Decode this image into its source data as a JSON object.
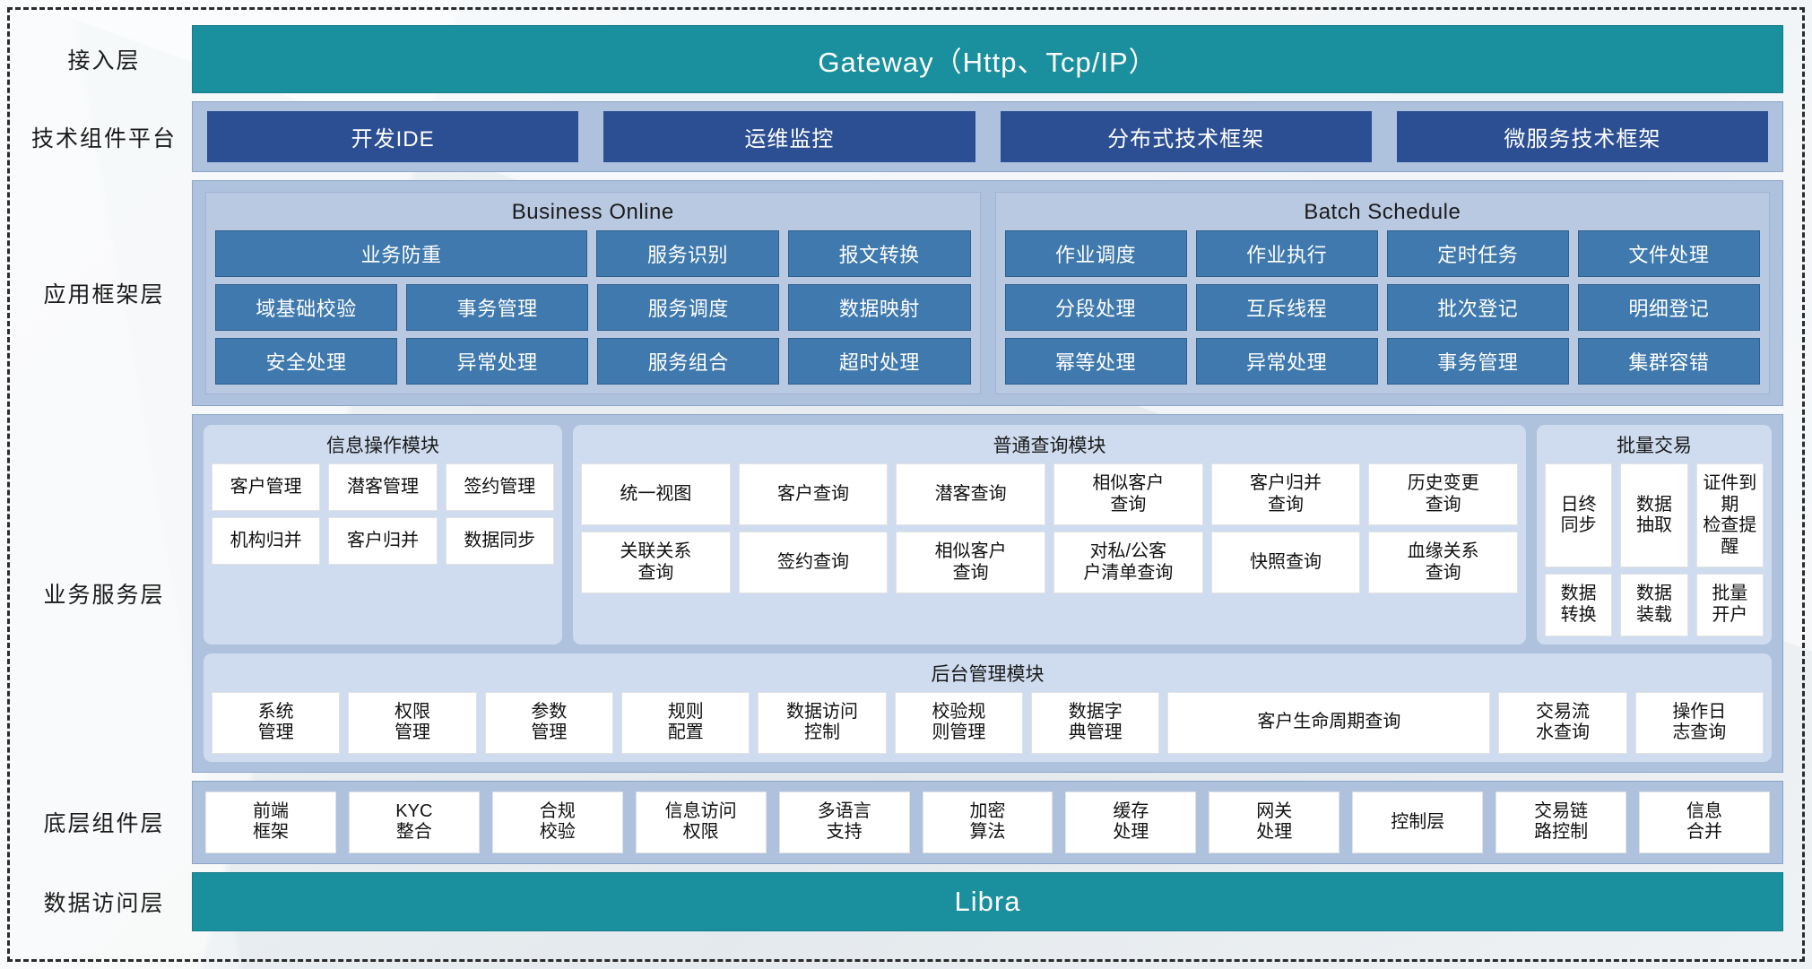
{
  "layers": {
    "access": {
      "label": "接入层",
      "bar": "Gateway（Http、Tcp/IP）"
    },
    "tech": {
      "label": "技术组件平台",
      "chips": [
        "开发IDE",
        "运维监控",
        "分布式技术框架",
        "微服务技术框架"
      ]
    },
    "app": {
      "label": "应用框架层",
      "groups": [
        {
          "title": "Business Online",
          "rows": [
            [
              "业务防重",
              "服务识别",
              "报文转换"
            ],
            [
              "域基础校验",
              "事务管理",
              "服务调度",
              "数据映射"
            ],
            [
              "安全处理",
              "异常处理",
              "服务组合",
              "超时处理"
            ]
          ]
        },
        {
          "title": "Batch Schedule",
          "rows": [
            [
              "作业调度",
              "作业执行",
              "定时任务",
              "文件处理"
            ],
            [
              "分段处理",
              "互斥线程",
              "批次登记",
              "明细登记"
            ],
            [
              "幂等处理",
              "异常处理",
              "事务管理",
              "集群容错"
            ]
          ]
        }
      ]
    },
    "biz": {
      "label": "业务服务层",
      "modules": [
        {
          "title": "信息操作模块",
          "rows": [
            [
              "客户管理",
              "潜客管理",
              "签约管理"
            ],
            [
              "机构归并",
              "客户归并",
              "数据同步"
            ]
          ]
        },
        {
          "title": "普通查询模块",
          "rows": [
            [
              "统一视图",
              "客户查询",
              "潜客查询",
              "相似客户\n查询",
              "客户归并\n查询",
              "历史变更\n查询"
            ],
            [
              "关联关系\n查询",
              "签约查询",
              "相似客户\n查询",
              "对私/公客\n户清单查询",
              "快照查询",
              "血缘关系\n查询"
            ]
          ]
        },
        {
          "title": "批量交易",
          "rows": [
            [
              "日终\n同步",
              "数据\n抽取",
              "证件到期\n检查提醒"
            ],
            [
              "数据\n转换",
              "数据\n装载",
              "批量\n开户"
            ]
          ]
        }
      ],
      "admin": {
        "title": "后台管理模块",
        "items": [
          {
            "label": "系统\n管理",
            "wide": false
          },
          {
            "label": "权限\n管理",
            "wide": false
          },
          {
            "label": "参数\n管理",
            "wide": false
          },
          {
            "label": "规则\n配置",
            "wide": false
          },
          {
            "label": "数据访问\n控制",
            "wide": false
          },
          {
            "label": "校验规\n则管理",
            "wide": false
          },
          {
            "label": "数据字\n典管理",
            "wide": false
          },
          {
            "label": "客户生命周期查询",
            "wide": true
          },
          {
            "label": "交易流\n水查询",
            "wide": false
          },
          {
            "label": "操作日\n志查询",
            "wide": false
          }
        ]
      }
    },
    "component": {
      "label": "底层组件层",
      "items": [
        "前端\n框架",
        "KYC\n整合",
        "合规\n校验",
        "信息访问\n权限",
        "多语言\n支持",
        "加密\n算法",
        "缓存\n处理",
        "网关\n处理",
        "控制层",
        "交易链\n路控制",
        "信息\n合并"
      ]
    },
    "data": {
      "label": "数据访问层",
      "bar": "Libra"
    }
  },
  "colors": {
    "teal": "#1a8f9e",
    "band": "#aec2de",
    "app_group": "#b9c9e2",
    "app_cell": "#3f79ad",
    "tech_chip": "#2c4f93",
    "module": "#cfdcef",
    "white_cell": "#ffffff"
  }
}
